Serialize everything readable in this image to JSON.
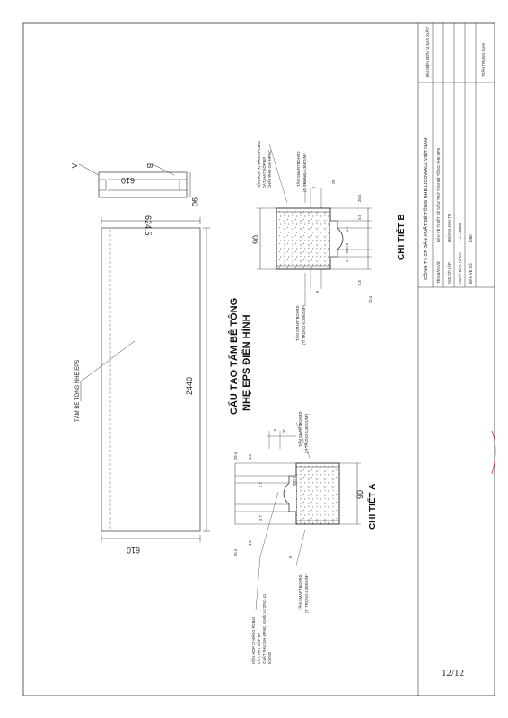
{
  "drawing": {
    "main_title_line1": "CẤU TẠO TẤM BÊ TÔNG",
    "main_title_line2": "NHẸ EPS ĐIỂN HÌNH",
    "panel_label": "TẤM BÊ TÔNG NHẸ EPS",
    "dim_length": "2440",
    "dim_width_top": "610",
    "dim_width_bottom": "610",
    "dim_inner": "624.5",
    "section_width": "610",
    "section_thickness": "90",
    "marker_a": "A",
    "marker_b": "B"
  },
  "detail_a": {
    "title": "CHI TIẾT A",
    "thickness": "90",
    "dim_25_4_top": "25.4",
    "dim_4_5_top": "4.5",
    "dim_2_7_top": "2.7",
    "dim_2_7_bot": "2.7",
    "dim_4_5_bot": "4.5",
    "dim_25_4_bot": "25.4",
    "dim_r": "R20.5",
    "dim_5a": "5",
    "dim_5b": "5",
    "dim_10": "10",
    "label_board_top_1": "TẤM SMARTBOARD",
    "label_board_top_2": "(TỈ TRỌNG 6,38KG/M²)",
    "label_board_bot_1": "TẤM SMARTBOARD",
    "label_board_bot_2": "(TỈ TRỌNG 6,38KG/M²)",
    "label_mix_1": "HỖN HỢP XI MĂNG PCB40",
    "label_mix_2": "CÁT, HẠT XỐP EP",
    "label_mix_3": "CHẤT PHỤ GIA HPMC, KHỐI LƯỢNG 41",
    "label_mix_4": "KG/M2"
  },
  "detail_b": {
    "title": "CHI TIẾT B",
    "thickness": "90",
    "dim_25_4_top": "25.4",
    "dim_4_5_top": "4.5",
    "dim_2_7_top": "2.7",
    "dim_2_7_bot": "2.7",
    "dim_4_5_bot": "4.5",
    "dim_25_4_bot": "25.4",
    "dim_r": "R20.5",
    "dim_5a": "5",
    "dim_5b": "5",
    "dim_10": "10",
    "label_board_top_1": "TẤM SMARTBOARD",
    "label_board_top_2": "(TỈ TRỌNG 6,38KG/M²)",
    "label_board_bot_1": "TẤM SMARTBOARD",
    "label_board_bot_2": "(TỈ TRỌNG 6,38KG/M²)",
    "label_mix_1": "HỖN HỢP XI MĂNG PCB40",
    "label_mix_2": "CÁT, HẠT XỐP EP",
    "label_mix_3": "CHẤT PHỤ GIA HPMC"
  },
  "title_block": {
    "company": "CÔNG TY CP SẢN XUẤT BÊ TÔNG NHẸ LICOWALL VIỆT NAM",
    "rep_label": "ĐẠI DIỆN ĐƠN VỊ SẢN XUẤT",
    "rep_name": "TRẦN TRUNG NAM",
    "row_name_label": "TÊN BẢN VẼ",
    "row_name_value": "BẢN VẼ THIẾT KẾ MẪU THỬ TẤM BÊ TÔNG NHẸ EPS",
    "row_author_label": "NGƯỜI LẬP",
    "row_author_value": "HOÀNG ANH TÚ",
    "row_date_label": "NGÀY BAN HÀNH",
    "row_date_value": "..../..../2023",
    "row_no_label": "BẢN VẼ SỐ",
    "row_no_value": "E/80"
  },
  "page": {
    "number": "12/12"
  }
}
